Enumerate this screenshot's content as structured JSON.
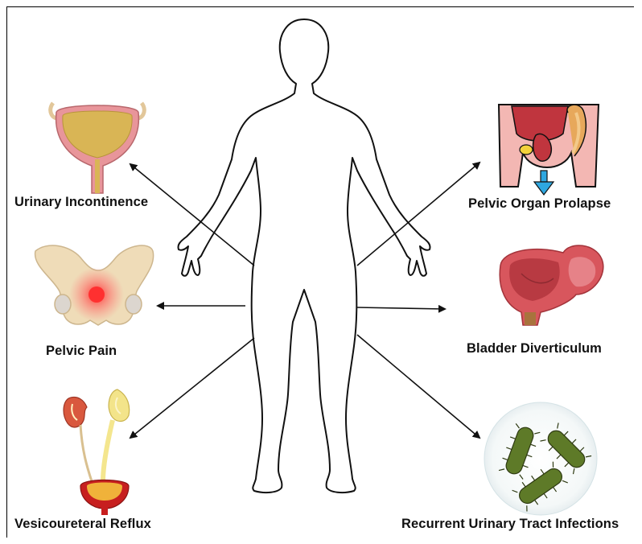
{
  "labels": {
    "urinary_incontinence": "Urinary Incontinence",
    "pelvic_pain": "Pelvic Pain",
    "vesicoureteral_reflux": "Vesicoureteral Reflux",
    "pelvic_organ_prolapse": "Pelvic Organ Prolapse",
    "bladder_diverticulum": "Bladder Diverticulum",
    "recurrent_uti": "Recurrent Urinary Tract Infections"
  },
  "icons": {
    "center": "human-body-outline-icon",
    "urinary_incontinence": "bladder-icon",
    "pelvic_pain": "pelvis-icon",
    "vesicoureteral_reflux": "kidneys-ureters-icon",
    "pelvic_organ_prolapse": "pelvic-prolapse-icon",
    "bladder_diverticulum": "bladder-diverticulum-icon",
    "recurrent_uti": "bacteria-icon"
  },
  "colors": {
    "arrow": "#111111",
    "bladder_wall": "#e8959a",
    "urine": "#d9b555",
    "bone": "#efdcb8",
    "pain": "#ff3b3b",
    "tissue": "#c0353e",
    "bacteria": "#5e7a28",
    "prolapse_arrow": "#2ea7e0"
  }
}
